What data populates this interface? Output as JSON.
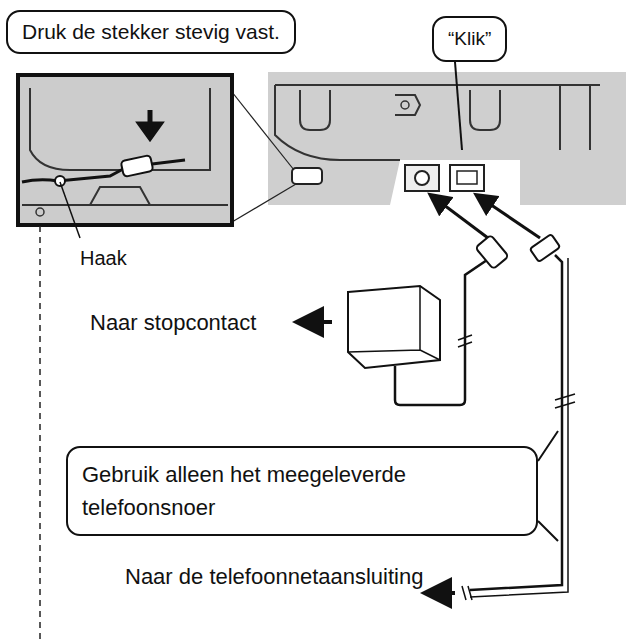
{
  "diagram": {
    "nodes": [
      {
        "text": [
          "Druk de stekker stevig vast."
        ]
      },
      {
        "text": [
          "“Klik”"
        ]
      },
      {
        "text": [
          "Gebruik alleen het meegeleverde telefoonsnoer"
        ]
      }
    ],
    "labels": [
      "Haak",
      "Naar stopcontact",
      "Naar de telefoonnetaansluiting"
    ]
  }
}
